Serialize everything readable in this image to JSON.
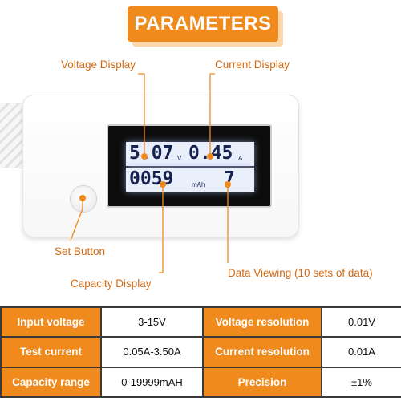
{
  "banner": {
    "title": "PARAMETERS"
  },
  "callouts": {
    "voltage_display": "Voltage Display",
    "current_display": "Current Display",
    "set_button": "Set Button",
    "capacity_display": "Capacity Display",
    "data_viewing": "Data Viewing (10 sets of data)"
  },
  "lcd": {
    "voltage": "5.07",
    "voltage_unit": "V",
    "current": "0.45",
    "current_unit": "A",
    "capacity": "0059",
    "capacity_unit": "mAh",
    "record_index": "7"
  },
  "specs": {
    "rows": [
      {
        "label1": "Input voltage",
        "value1": "3-15V",
        "label2": "Voltage resolution",
        "value2": "0.01V"
      },
      {
        "label1": "Test current",
        "value1": "0.05A-3.50A",
        "label2": "Current resolution",
        "value2": "0.01A"
      },
      {
        "label1": "Capacity range",
        "value1": "0-19999mAH",
        "label2": "Precision",
        "value2": "±1%"
      }
    ]
  },
  "colors": {
    "accent": "#f08a1c",
    "lcd_background": "#e9eefb",
    "lcd_text": "#15214e"
  }
}
